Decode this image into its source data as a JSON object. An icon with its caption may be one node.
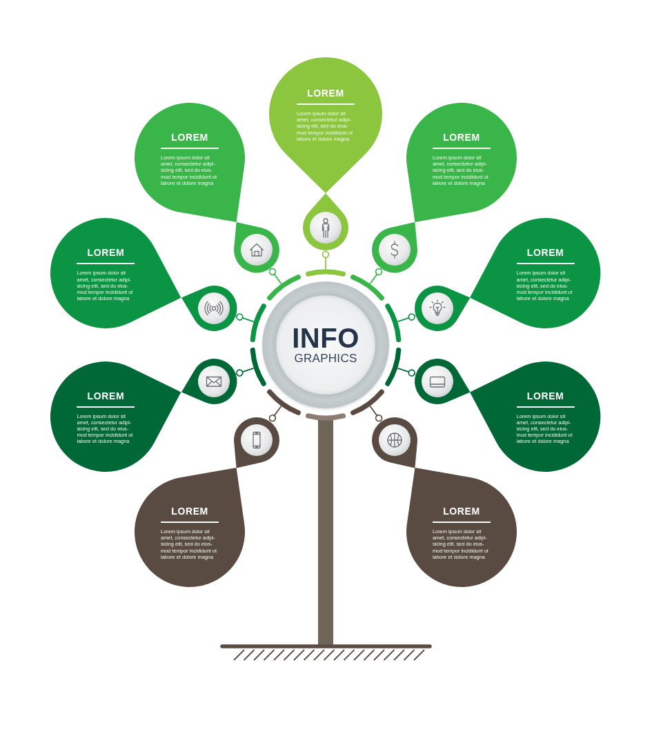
{
  "diagram": {
    "nodes": [
      {
        "text": [
          "INFO",
          "GRAPHICS"
        ]
      },
      {
        "text": [
          "LOREM",
          "Lorem ipsum dolor sit amet, consectetur adipi- sicing elit, sed do eius- mod tempor incididunt ut labore et dolore magna"
        ]
      },
      {
        "text": [],
        "shape": "circle"
      },
      {
        "text": [],
        "shape": "arc"
      },
      {
        "text": [
          "LOREM",
          "Lorem ipsum dolor sit amet, consectetur adipi- sicing elit, sed do eius- mod tempor incididunt ut labore et dolore magna"
        ]
      },
      {
        "text": [],
        "shape": "circle"
      },
      {
        "text": [],
        "shape": "arc"
      },
      {
        "text": [
          "LOREM",
          "Lorem ipsum dolor sit amet, consectetur adipi- sicing elit, sed do eius- mod tempor incididunt ut labore et dolore magna"
        ]
      },
      {
        "text": [],
        "shape": "circle"
      },
      {
        "text": [],
        "shape": "arc"
      },
      {
        "text": [
          "LOREM",
          "Lorem ipsum dolor sit amet, consectetur adipi- sicing elit, sed do eius- mod tempor incididunt ut labore et dolore magna"
        ]
      },
      {
        "text": [],
        "shape": "circle"
      },
      {
        "text": [],
        "shape": "arc"
      },
      {
        "text": [
          "LOREM",
          "Lorem ipsum dolor sit amet, consectetur adipi- sicing elit, sed do eius- mod tempor incididunt ut labore et dolore magna"
        ]
      },
      {
        "text": [],
        "shape": "circle"
      },
      {
        "text": [],
        "shape": "arc"
      },
      {
        "text": [
          "LOREM",
          "Lorem ipsum dolor sit amet, consectetur adipi- sicing elit, sed do eius- mod tempor incididunt ut labore et dolore magna"
        ]
      },
      {
        "text": [],
        "shape": "circle"
      },
      {
        "text": [],
        "shape": "arc"
      },
      {
        "text": [
          "LOREM",
          "Lorem ipsum dolor sit amet, consectetur adipi- sicing elit, sed do eius- mod tempor incididunt ut labore et dolore magna"
        ]
      },
      {
        "text": [],
        "shape": "circle"
      },
      {
        "text": [],
        "shape": "arc"
      },
      {
        "text": [
          "LOREM",
          "Lorem ipsum dolor sit amet, consectetur adipi- sicing elit, sed do eius- mod tempor incididunt ut labore et dolore magna"
        ]
      },
      {
        "text": [],
        "shape": "circle"
      },
      {
        "text": [],
        "shape": "arc"
      },
      {
        "text": [
          "LOREM",
          "Lorem ipsum dolor sit amet, consectetur adipi- sicing elit, sed do eius- mod tempor incididunt ut labore et dolore magna"
        ]
      },
      {
        "text": [],
        "shape": "circle"
      },
      {
        "text": [],
        "shape": "arc"
      }
    ],
    "edges": [
      {
        "from": 3,
        "to": 2,
        "arrow": "other",
        "color": "#8cc63f"
      },
      {
        "from": 6,
        "to": 5,
        "arrow": "other",
        "color": "#39b54a"
      },
      {
        "from": 9,
        "to": 8,
        "arrow": "other",
        "color": "#39b54a"
      },
      {
        "from": 12,
        "to": 11,
        "arrow": "other",
        "color": "#0b9444"
      },
      {
        "from": 15,
        "to": 14,
        "arrow": "other",
        "color": "#0b9444"
      },
      {
        "from": 18,
        "to": 17,
        "arrow": "other",
        "color": "#006837"
      },
      {
        "from": 21,
        "to": 20,
        "arrow": "other",
        "color": "#006837"
      },
      {
        "from": 24,
        "to": 23,
        "arrow": "other",
        "color": "#594a42"
      },
      {
        "from": 27,
        "to": 26,
        "arrow": "other",
        "color": "#594a42"
      }
    ]
  }
}
